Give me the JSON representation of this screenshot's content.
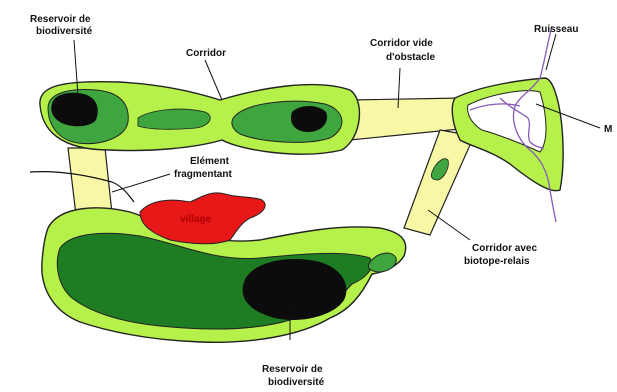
{
  "labels": {
    "reservoir_top": [
      "Reservoir de",
      "biodiversité"
    ],
    "corridor": "Corridor",
    "corridor_vide": [
      "Corridor vide",
      "d'obstacle"
    ],
    "ruisseau": "Ruisseau",
    "m": "M",
    "element_fragmentant": [
      "Elément",
      "fragmentant"
    ],
    "village": "village",
    "corridor_relais": [
      "Corridor avec",
      "biotope-relais"
    ],
    "reservoir_bottom": [
      "Reservoir de",
      "biodiversité"
    ]
  },
  "colors": {
    "light_green": "#b6f04a",
    "mid_green": "#3fa63f",
    "dark_green": "#1e7d22",
    "reservoir_black": "#0c0c0c",
    "corridor_yellow": "#f7f7a6",
    "village_red": "#e81818",
    "stream_purple": "#8a5ab8"
  }
}
